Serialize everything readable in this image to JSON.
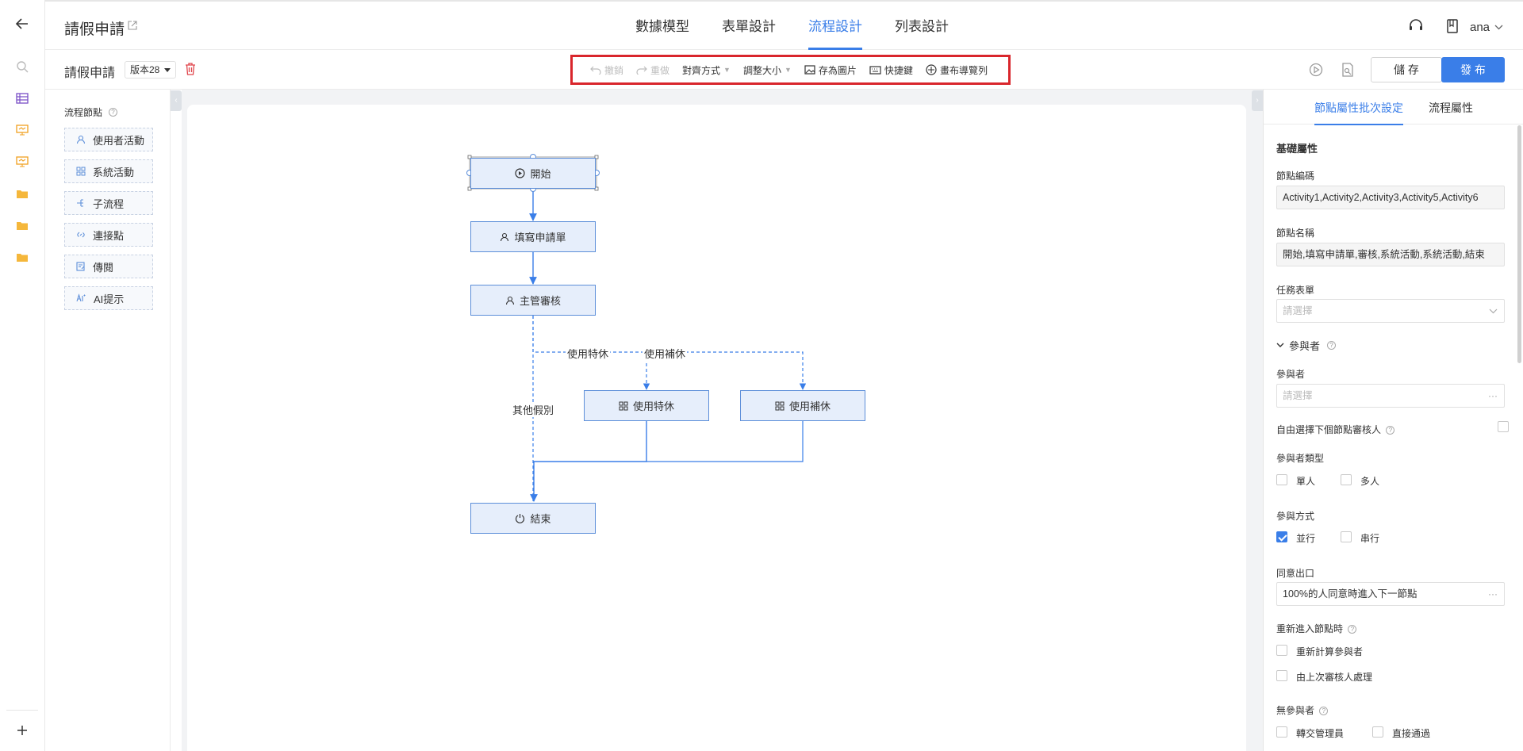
{
  "header": {
    "app_title": "請假申請",
    "tabs": [
      {
        "label": "數據模型",
        "active": false
      },
      {
        "label": "表單設計",
        "active": false
      },
      {
        "label": "流程設計",
        "active": true
      },
      {
        "label": "列表設計",
        "active": false
      }
    ],
    "user": "ana"
  },
  "subbar": {
    "process_name": "請假申請",
    "version": "版本28",
    "toolbar": {
      "undo": "撤銷",
      "redo": "重做",
      "align": "對齊方式",
      "resize": "調整大小",
      "save_image": "存為圖片",
      "shortcuts": "快捷鍵",
      "canvas_nav": "畫布導覽列"
    },
    "save_label": "儲 存",
    "publish_label": "發 布"
  },
  "palette": {
    "title": "流程節點",
    "items": [
      {
        "label": "使用者活動",
        "icon": "user-icon"
      },
      {
        "label": "系統活動",
        "icon": "grid-icon"
      },
      {
        "label": "子流程",
        "icon": "subflow-icon"
      },
      {
        "label": "連接點",
        "icon": "link-icon"
      },
      {
        "label": "傳閱",
        "icon": "circulate-icon"
      },
      {
        "label": "AI提示",
        "icon": "ai-icon"
      }
    ]
  },
  "flow": {
    "nodes": {
      "start": "開始",
      "fill": "填寫申請單",
      "review": "主管審核",
      "special": "使用特休",
      "comp": "使用補休",
      "end": "結束"
    },
    "edges": {
      "special": "使用特休",
      "comp": "使用補休",
      "other": "其他假別"
    }
  },
  "rpanel": {
    "tabs": [
      "節點屬性批次設定",
      "流程屬性"
    ],
    "basic_section": "基礎屬性",
    "node_code_label": "節點編碼",
    "node_code_value": "Activity1,Activity2,Activity3,Activity5,Activity6",
    "node_name_label": "節點名稱",
    "node_name_value": "開始,填寫申請單,審核,系統活動,系統活動,結束",
    "task_form_label": "任務表單",
    "task_form_placeholder": "請選擇",
    "participants_section": "參與者",
    "participant_label": "參與者",
    "participant_placeholder": "請選擇",
    "free_select_label": "自由選擇下個節點審核人",
    "participant_type_label": "參與者類型",
    "type_single": "單人",
    "type_multi": "多人",
    "participation_mode_label": "參與方式",
    "mode_parallel": "並行",
    "mode_serial": "串行",
    "agree_exit_label": "同意出口",
    "agree_exit_value": "100%的人同意時進入下一節點",
    "reenter_label": "重新進入節點時",
    "recalc_label": "重新計算參與者",
    "last_reviewer_label": "由上次審核人處理",
    "no_participant_label": "無參與者",
    "transfer_admin_label": "轉交管理員",
    "pass_direct_label": "直接通過"
  },
  "colors": {
    "accent": "#3a7ee8",
    "highlight_box": "#d9262c",
    "node_fill": "#e6eefb",
    "node_border": "#5c8ed9"
  }
}
